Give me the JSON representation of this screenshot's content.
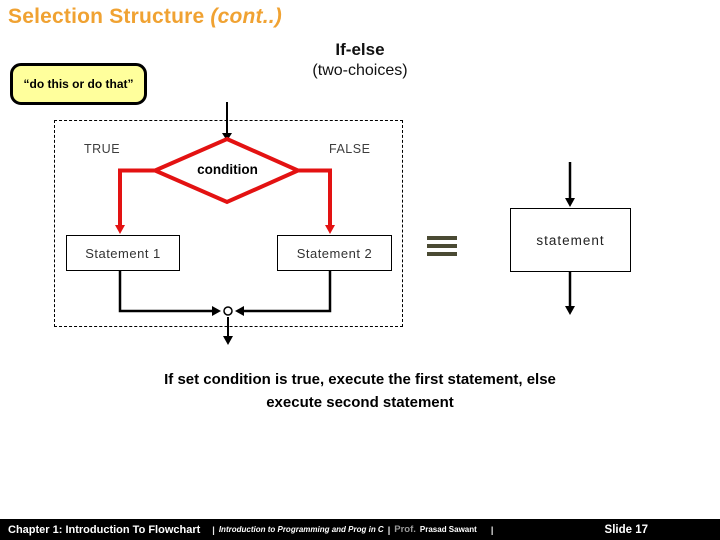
{
  "slide": {
    "title": {
      "main": "Selection Structure ",
      "suffix": "(cont..)"
    },
    "subtitle": {
      "line1": "If-else",
      "line2": "(two-choices)"
    },
    "callout": {
      "text": "“do this or do that”"
    },
    "flowchart": {
      "true_label": "TRUE",
      "false_label": "FALSE",
      "condition_label": "condition",
      "statement1_label": "Statement 1",
      "statement2_label": "Statement 2",
      "right_statement_label": "statement"
    },
    "caption": {
      "line1": "If set condition is true, execute the first statement, else",
      "line2": "execute second statement"
    },
    "footer": {
      "chapter": "Chapter 1: Introduction To Flowchart",
      "separator": "|",
      "course": "Introduction to Programming and Prog in C",
      "prof_prefix": "Prof.",
      "prof_name": "Prasad Sawant",
      "slide_number": "Slide 17"
    },
    "icons": {
      "equivalence_icon": "≡"
    },
    "colors": {
      "title_orange": "#F0A232",
      "diamond_red": "#E31212",
      "callout_yellow": "#FFFF9C",
      "equivalence_olive": "#4A4A33",
      "footer_bg": "#000000",
      "footer_text": "#FFFFFF"
    }
  }
}
